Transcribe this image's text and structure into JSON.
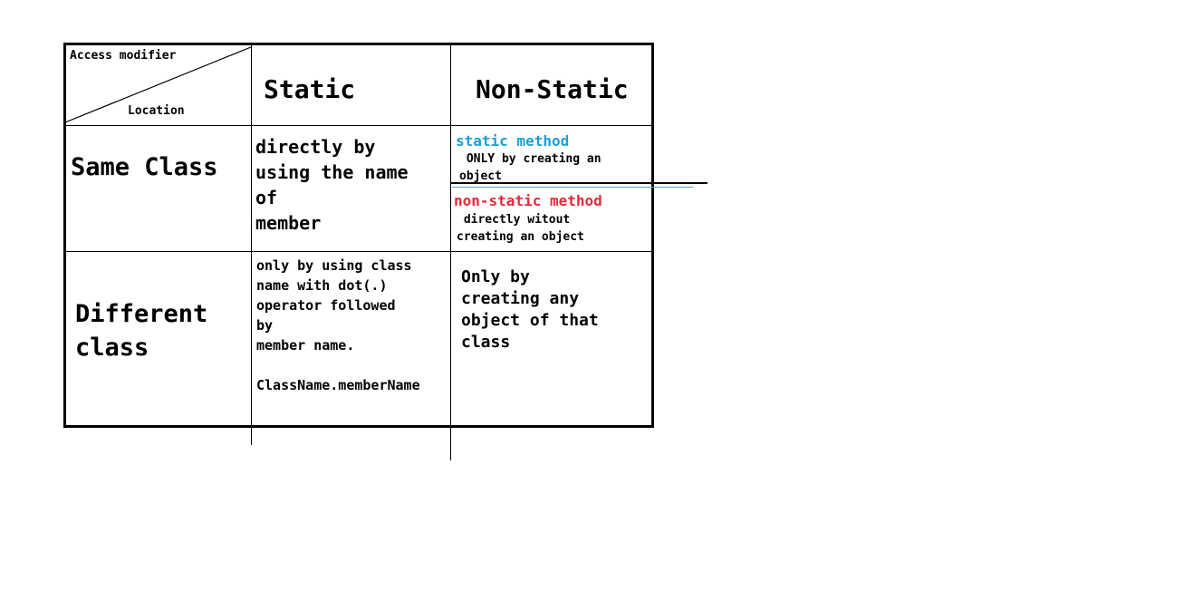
{
  "table": {
    "corner": {
      "top_label": "Access modifier",
      "bottom_label": "Location"
    },
    "columns": {
      "static": "Static",
      "non_static": "Non-Static"
    },
    "rows": {
      "same_class": {
        "label": "Same Class",
        "static_text": "directly by\nusing the name\nof\nmember",
        "non_static": {
          "static_method_title": "static method",
          "static_method_text": " ONLY by creating an\nobject",
          "non_static_method_title": "non-static method",
          "non_static_method_text": " directly witout\ncreating an object"
        }
      },
      "different_class": {
        "label": "Different\nclass",
        "static_text": "only by using class\nname with dot(.)\noperator followed\nby\nmember name.\n\nClassName.memberName",
        "non_static_text": "Only by\ncreating any\nobject of that\nclass"
      }
    }
  },
  "colors": {
    "static_method": "#1a9fd8",
    "non_static_method": "#e8283a",
    "divider_accent": "#4aa8d8"
  }
}
